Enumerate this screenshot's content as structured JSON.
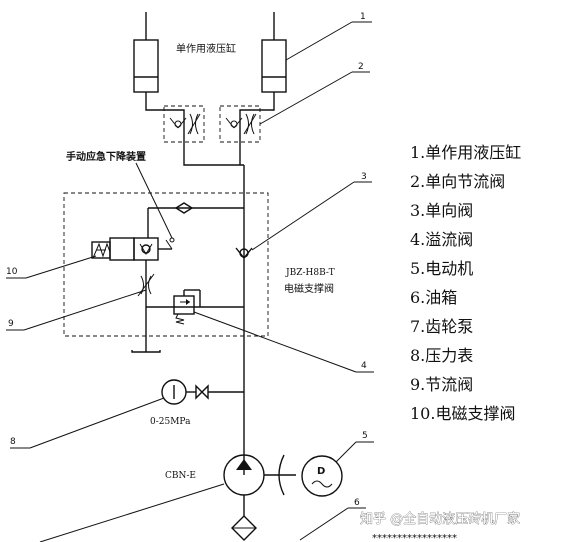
{
  "labels": {
    "cylinder": "单作用液压缸",
    "manual_emergency": "手动应急下降装置",
    "valve_model": "JBZ-H8B-T",
    "valve_name": "电磁支撑阀",
    "gauge_range": "0-25MPa",
    "pump_model": "CBN-E"
  },
  "callouts": [
    "1",
    "2",
    "3",
    "4",
    "5",
    "6",
    "8",
    "9",
    "10"
  ],
  "legend": [
    "1.单作用液压缸",
    "2.单向节流阀",
    "3.单向阀",
    "4.溢流阀",
    "5.电动机",
    "6.油箱",
    "7.齿轮泵",
    "8.压力表",
    "9.节流阀",
    "10.电磁支撑阀"
  ],
  "watermark": "知乎 @全自动液压砖机厂家",
  "motor_letter": "D",
  "bottom_text": "*****************"
}
